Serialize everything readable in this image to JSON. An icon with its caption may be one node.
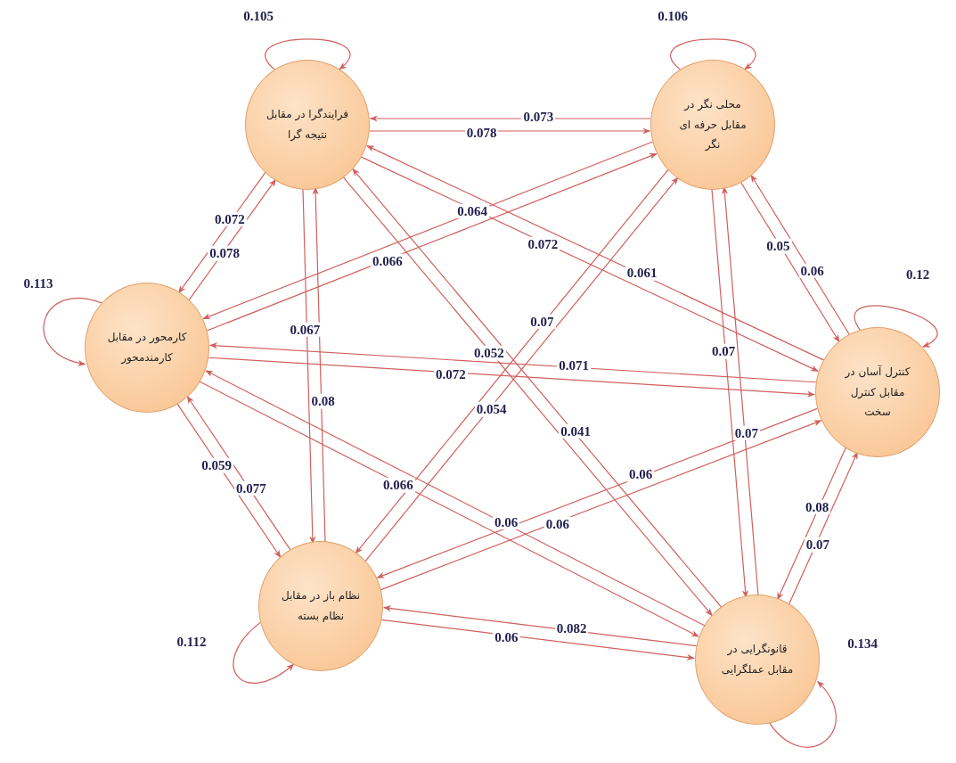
{
  "diagram": {
    "nodes": [
      {
        "text": [
          "فرایندگرا در مقابل نتیجه گرا"
        ]
      },
      {
        "text": [
          "محلی نگر در مقابل حرفه ای نگر"
        ]
      },
      {
        "text": [
          "کارمحور در مقابل کارمندمحور"
        ]
      },
      {
        "text": [
          "کنترل آسان در مقابل کنترل سخت"
        ]
      },
      {
        "text": [
          "نظام باز در مقابل نظام بسته"
        ]
      },
      {
        "text": [
          "قانونگرایی در مقابل عملگرایی"
        ]
      }
    ],
    "edges": [
      {
        "from": 0,
        "to": 0,
        "arrow": "to",
        "label": "0.105"
      },
      {
        "from": 1,
        "to": 1,
        "arrow": "to",
        "label": "0.106"
      },
      {
        "from": 2,
        "to": 2,
        "arrow": "to",
        "label": "0.113"
      },
      {
        "from": 3,
        "to": 3,
        "arrow": "to",
        "label": "0.12"
      },
      {
        "from": 4,
        "to": 4,
        "arrow": "to",
        "label": "0.112"
      },
      {
        "from": 5,
        "to": 5,
        "arrow": "to",
        "label": "0.134"
      },
      {
        "from": 0,
        "to": 1,
        "arrow": "to",
        "label": "0.078"
      },
      {
        "from": 1,
        "to": 0,
        "arrow": "to",
        "label": "0.073"
      },
      {
        "from": 0,
        "to": 2,
        "arrow": "to",
        "label": "0.072"
      },
      {
        "from": 2,
        "to": 0,
        "arrow": "to",
        "label": "0.078"
      },
      {
        "from": 0,
        "to": 4,
        "arrow": "to",
        "label": "0.067"
      },
      {
        "from": 4,
        "to": 0,
        "arrow": "to",
        "label": "0.08"
      },
      {
        "from": 0,
        "to": 3,
        "arrow": "to",
        "label": "0.072"
      },
      {
        "from": 3,
        "to": 0,
        "arrow": "to",
        "label": "0.061"
      },
      {
        "from": 0,
        "to": 5,
        "arrow": "to",
        "label": "0.052"
      },
      {
        "from": 5,
        "to": 0,
        "arrow": "to",
        "label": "0.041"
      },
      {
        "from": 1,
        "to": 2,
        "arrow": "to",
        "label": "0.064"
      },
      {
        "from": 2,
        "to": 1,
        "arrow": "to",
        "label": "0.066"
      },
      {
        "from": 1,
        "to": 3,
        "arrow": "to",
        "label": "0.05"
      },
      {
        "from": 3,
        "to": 1,
        "arrow": "to",
        "label": "0.06"
      },
      {
        "from": 1,
        "to": 4,
        "arrow": "to",
        "label": "0.07"
      },
      {
        "from": 4,
        "to": 1,
        "arrow": "to",
        "label": "0.054"
      },
      {
        "from": 1,
        "to": 5,
        "arrow": "to",
        "label": "0.07"
      },
      {
        "from": 5,
        "to": 1,
        "arrow": "to",
        "label": "0.07"
      },
      {
        "from": 3,
        "to": 2,
        "arrow": "to",
        "label": "0.071"
      },
      {
        "from": 2,
        "to": 3,
        "arrow": "to",
        "label": "0.072"
      },
      {
        "from": 2,
        "to": 4,
        "arrow": "to",
        "label": "0.059"
      },
      {
        "from": 4,
        "to": 2,
        "arrow": "to",
        "label": "0.077"
      },
      {
        "from": 2,
        "to": 5,
        "arrow": "to",
        "label": "0.066"
      },
      {
        "from": 5,
        "to": 2,
        "arrow": "to",
        "label": "0.06"
      },
      {
        "from": 3,
        "to": 4,
        "arrow": "to",
        "label": "0.06"
      },
      {
        "from": 4,
        "to": 3,
        "arrow": "to",
        "label": "0.06"
      },
      {
        "from": 3,
        "to": 5,
        "arrow": "to",
        "label": "0.08"
      },
      {
        "from": 5,
        "to": 3,
        "arrow": "to",
        "label": "0.07"
      },
      {
        "from": 4,
        "to": 5,
        "arrow": "to",
        "label": "0.06"
      },
      {
        "from": 5,
        "to": 4,
        "arrow": "to",
        "label": "0.082"
      }
    ]
  }
}
